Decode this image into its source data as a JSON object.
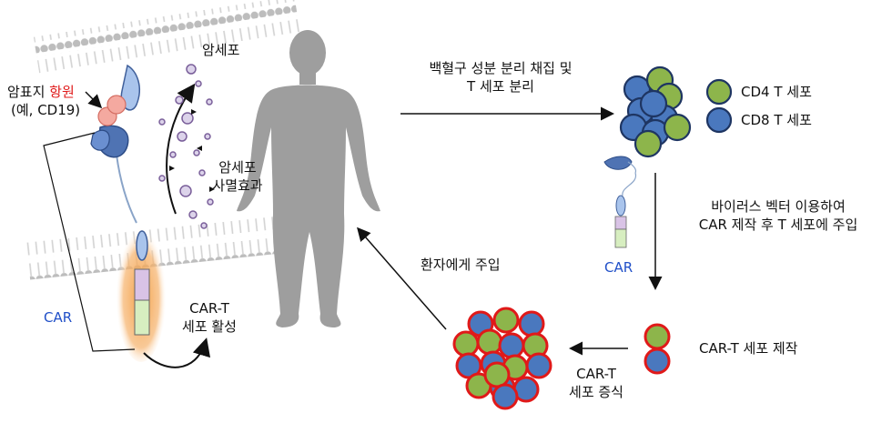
{
  "labels": {
    "cancer_cell": "암세포",
    "antigen_part1": "암표지 ",
    "antigen_part2": "항원",
    "antigen_line2": "(예, CD19)",
    "killing_line1": "암세포",
    "killing_line2": "사멸효과",
    "car_left": "CAR",
    "activation_line1": "CAR-T",
    "activation_line2": "세포 활성",
    "step1_line1": "백혈구 성분 분리 채집 및",
    "step1_line2": "T 세포 분리",
    "legend_cd4": "CD4 T 세포",
    "legend_cd8": "CD8 T 세포",
    "step2_line1": "바이러스 벡터 이용하여",
    "step2_line2": "CAR 제작 후 T 세포에 주입",
    "car_right": "CAR",
    "production": "CAR-T 세포 제작",
    "expansion_line1": "CAR-T",
    "expansion_line2": "세포 증식",
    "infusion": "환자에게 주입"
  },
  "colors": {
    "cd4": "#8db54b",
    "cd8": "#4a78be",
    "car_text": "#2150c8",
    "antigen_red": "#e01919",
    "membrane": "#bdbdbd",
    "body": "#9e9e9e"
  }
}
